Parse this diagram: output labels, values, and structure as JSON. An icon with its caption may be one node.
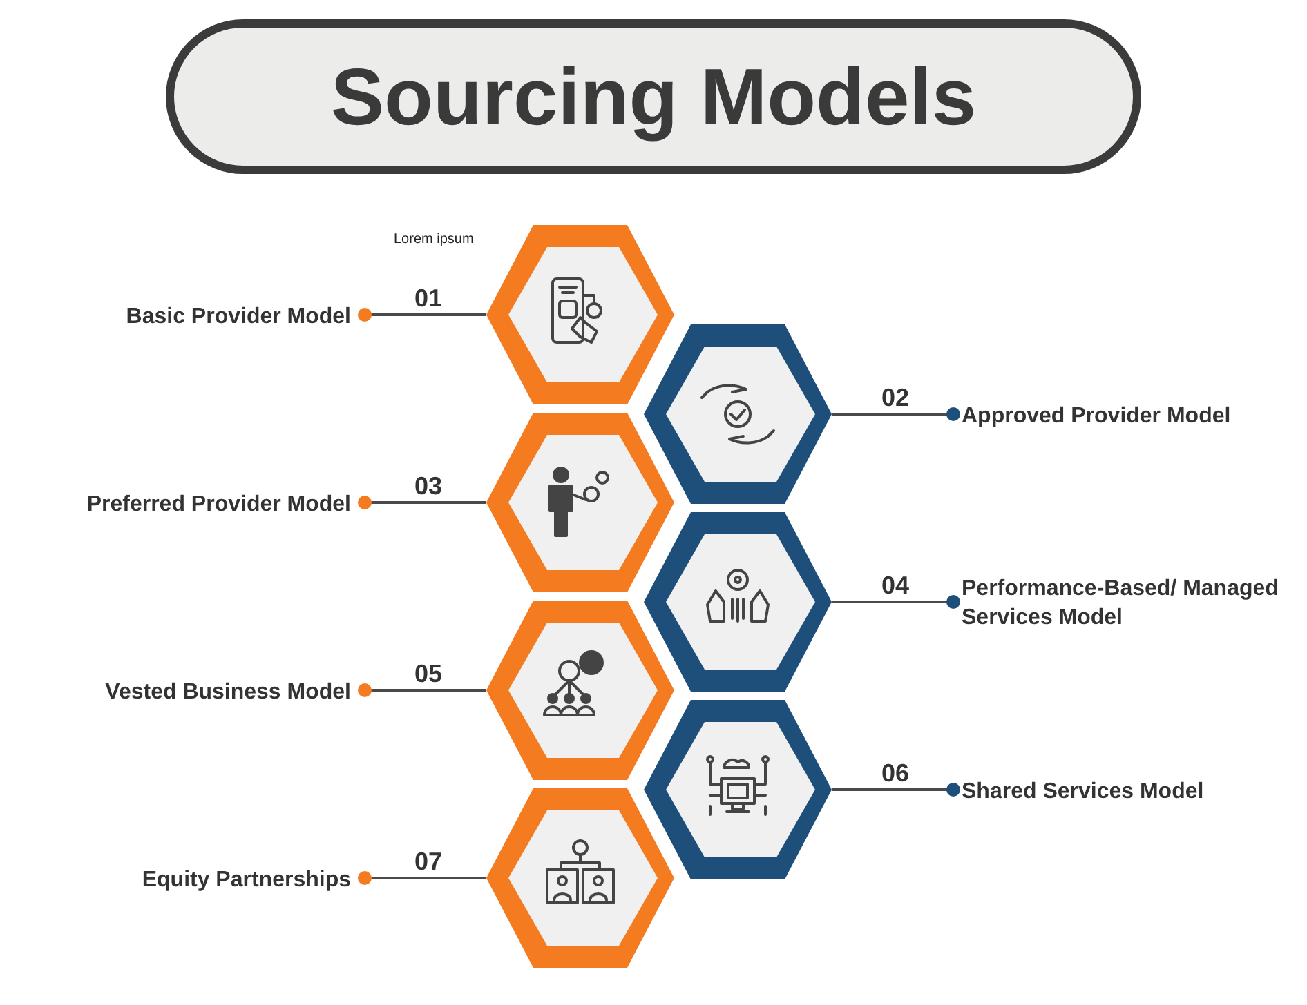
{
  "diagram": {
    "title": "Sourcing Models",
    "nodes": [
      {
        "text": [
          "Basic Provider Model"
        ]
      },
      {
        "text": [
          "Approved Provider Model"
        ]
      },
      {
        "text": [
          "Preferred Provider Model"
        ]
      },
      {
        "text": [
          "Performance-Based/ Managed Services Model"
        ]
      },
      {
        "text": [
          "Vested Business Model"
        ]
      },
      {
        "text": [
          "Shared Services Model"
        ]
      },
      {
        "text": [
          "Equity Partnerships"
        ]
      },
      {
        "text": [],
        "shape": "hexagon"
      },
      {
        "text": [],
        "shape": "hexagon"
      },
      {
        "text": [],
        "shape": "hexagon"
      },
      {
        "text": [],
        "shape": "hexagon"
      },
      {
        "text": [],
        "shape": "hexagon"
      },
      {
        "text": [],
        "shape": "hexagon"
      },
      {
        "text": [],
        "shape": "hexagon"
      }
    ],
    "edges": [
      {
        "from": 0,
        "to": 7,
        "arrow": "other",
        "label": "01"
      },
      {
        "from": 1,
        "to": 8,
        "arrow": "other",
        "label": "02"
      },
      {
        "from": 2,
        "to": 9,
        "arrow": "other",
        "label": "03"
      },
      {
        "from": 3,
        "to": 10,
        "arrow": "other",
        "label": "04"
      },
      {
        "from": 4,
        "to": 11,
        "arrow": "other",
        "label": "05"
      },
      {
        "from": 5,
        "to": 12,
        "arrow": "other",
        "label": "06"
      },
      {
        "from": 6,
        "to": 13,
        "arrow": "other",
        "label": "07"
      }
    ],
    "labels": [
      "Lorem ipsum"
    ]
  }
}
